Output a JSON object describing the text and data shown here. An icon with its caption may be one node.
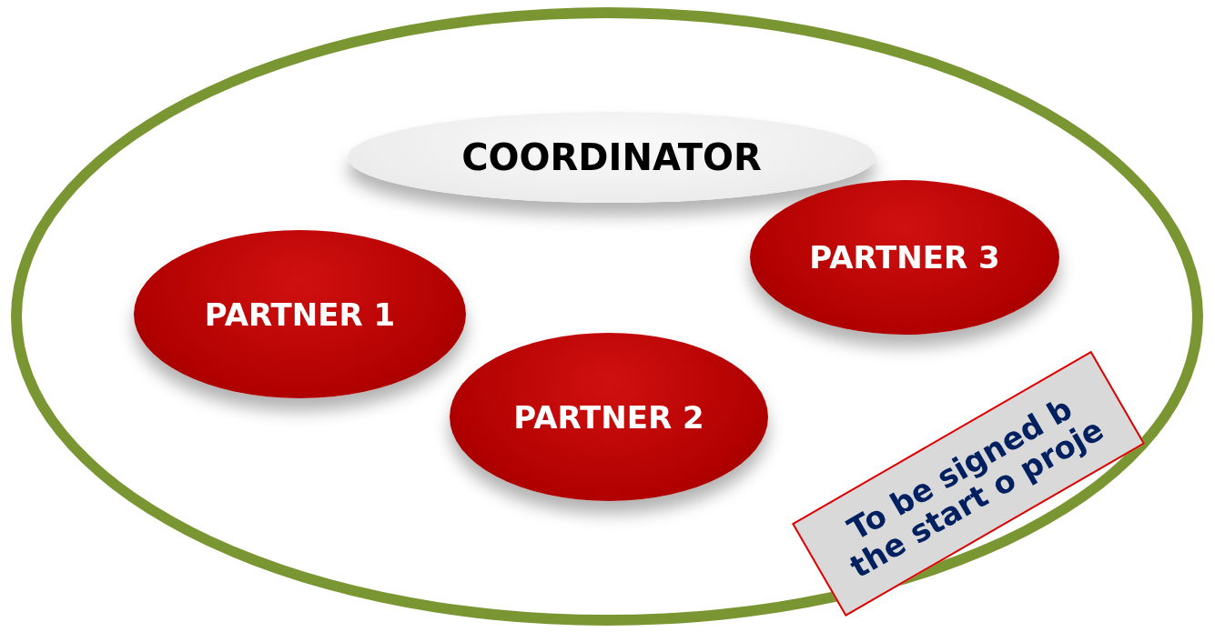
{
  "diagram": {
    "nodes": [
      {
        "text": [],
        "shape": "ellipse"
      },
      {
        "text": [
          "COORDINATOR"
        ],
        "in": 0
      },
      {
        "text": [
          "PARTNER 1"
        ],
        "in": 0
      },
      {
        "text": [
          "PARTNER 2"
        ],
        "in": 0
      },
      {
        "text": [
          "PARTNER 3"
        ],
        "in": 0
      },
      {
        "text": [
          "To be signed b the start o proje"
        ],
        "in": 0
      }
    ]
  }
}
